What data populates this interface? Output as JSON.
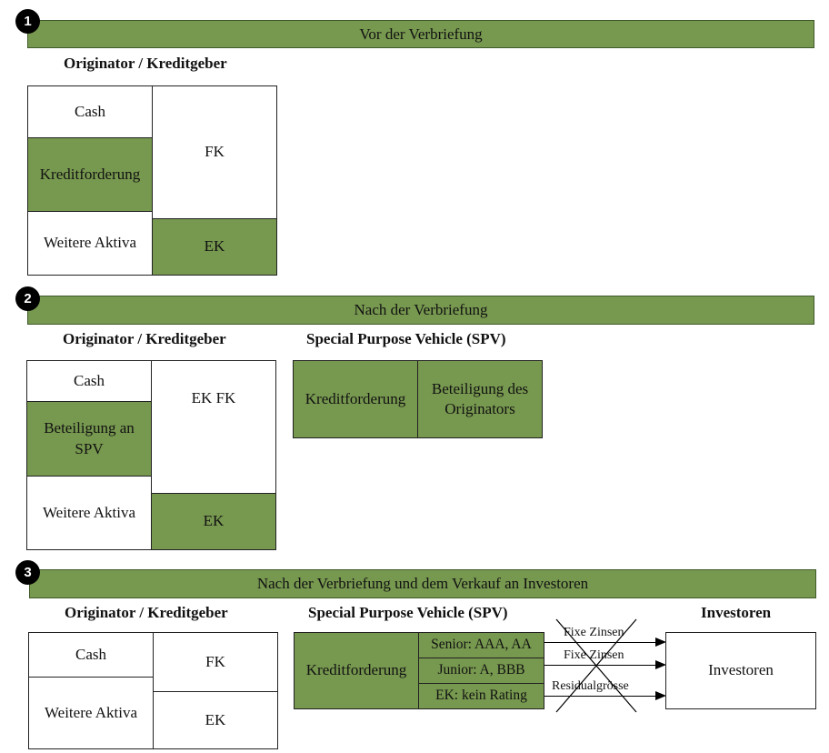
{
  "section1": {
    "number": "1",
    "banner": "Vor der Verbriefung",
    "originator_heading": "Originator / Kreditgeber",
    "assets": [
      "Cash",
      "Kreditforderung",
      "Weitere Aktiva"
    ],
    "liabilities": [
      "FK",
      "EK"
    ]
  },
  "section2": {
    "number": "2",
    "banner": "Nach der Verbriefung",
    "originator_heading": "Originator / Kreditgeber",
    "spv_heading": "Special Purpose Vehicle (SPV)",
    "assets": [
      "Cash",
      "Beteiligung an SPV",
      "Weitere Aktiva"
    ],
    "liabilities": [
      "EK FK",
      "EK"
    ],
    "spv_assets": "Kreditforderung",
    "spv_liabilities": "Beteiligung des Originators"
  },
  "section3": {
    "number": "3",
    "banner": "Nach der Verbriefung und dem Verkauf an Investoren",
    "originator_heading": "Originator / Kreditgeber",
    "spv_heading": "Special Purpose Vehicle (SPV)",
    "investors_heading": "Investoren",
    "assets": [
      "Cash",
      "Weitere Aktiva"
    ],
    "liabilities": [
      "FK",
      "EK"
    ],
    "spv_assets": "Kreditforderung",
    "tranches": [
      "Senior: AAA, AA",
      "Junior: A, BBB",
      "EK: kein Rating"
    ],
    "flows": [
      "Fixe Zinsen",
      "Fixe Zinsen",
      "Residualgrösse"
    ],
    "investors_box": "Investoren"
  },
  "colors": {
    "green": "#77984f",
    "border": "#222222"
  }
}
